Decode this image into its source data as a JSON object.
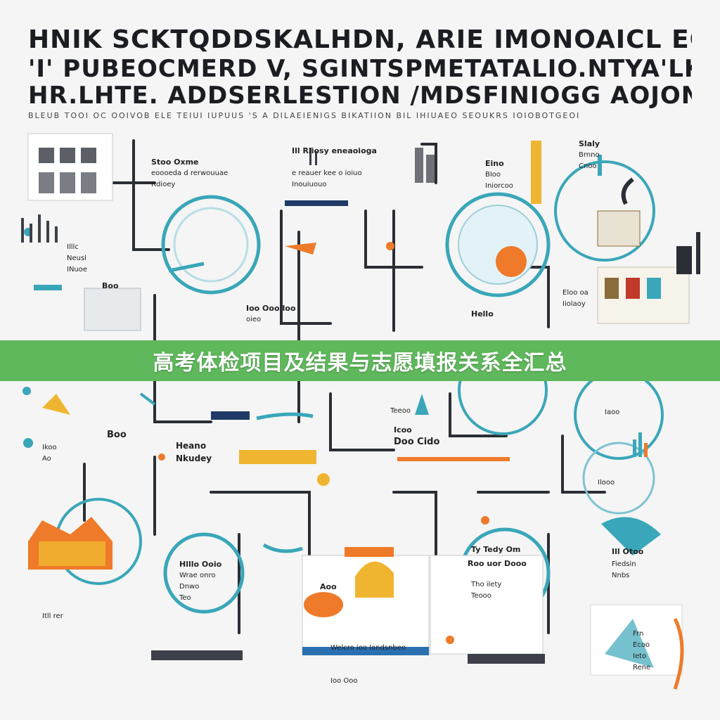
{
  "headlines": {
    "line1": "HNIK SCKTQDDSKALHDN, ARIE IMONOAICL EOBEKIGILMRTUND",
    "line2": "'I' PUBEOCMERD V, SGINTSPMETATALIO.NTYA'LKEP PHANTE A. 'PIF",
    "line3": "HR.LHTE. ADDSERLESTION /MDSFINIOGG AOJONMEKN IJRUERO'",
    "sub": "BLEUB TOOI OC OOIVOB ELE TEIUI IUPUUS 'S   A DILAEIENIGS BIKATIION   BIL IHIUAEO SEOUKRS IOIOBOTGEOI"
  },
  "labels": [
    "Stoo Oxme",
    "eoooeda d rerwouuae",
    "Rdioey",
    "Ill Rliosy eneaoioga",
    "e reauer kee o ioiuo",
    "Inouiuouo",
    "Eino",
    "BIoo",
    "Iniorcoo",
    "Slaly",
    "Brnno",
    "Cnoo",
    "Illlc",
    "Neusl",
    "INuoe",
    "Boo",
    "Eloo oa",
    "Iiolaoy",
    "Ioo Ooo Ioo",
    "oieo",
    "Hello",
    "Boo",
    "Ikoo",
    "Ao",
    "Heano",
    "Nkudey",
    "Teeoo",
    "Icoo",
    "Doo Cido",
    "Iaoo",
    "Ilooo",
    "Hlllo Ooio",
    "Wrae onro",
    "Dnwo",
    "Teo",
    "Ty Tedy Om",
    "Roo uor Dooo",
    "Tho ilety",
    "Teooo",
    "Aoo",
    "Welcro ioo Iondsnbeo",
    "Ioo Ooo",
    "Ill Otoo",
    "Fiedsin",
    "Nnbs",
    "Frn",
    "Ecoo",
    "Ieto",
    "Rene",
    "Itll rer"
  ],
  "banner": {
    "title": "高考体检项目及结果与志愿填报关系全汇总",
    "color": "#5fb85c"
  },
  "colors": {
    "teal": "#3aa6b9",
    "orange": "#ee7a2a",
    "yellow": "#f0b530",
    "navy": "#1f3a66",
    "dark": "#24262b",
    "banner": "#5fb85c"
  }
}
